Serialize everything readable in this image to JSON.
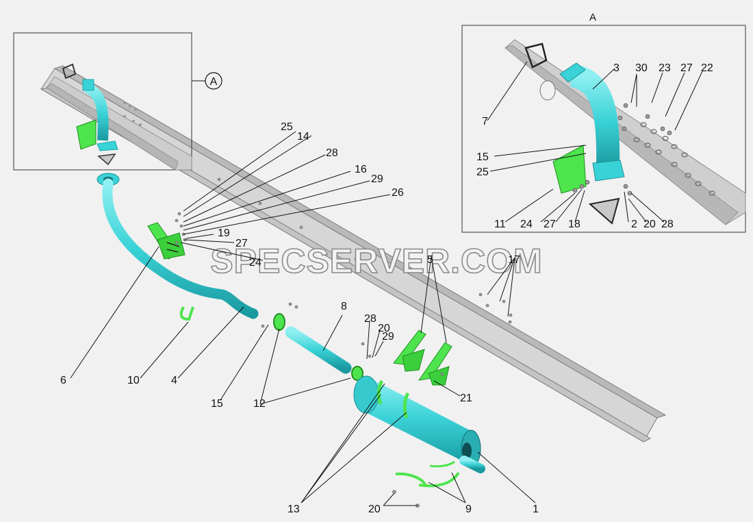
{
  "watermark": "SPECSERVER.COM",
  "detail": {
    "marker": "A",
    "caption": "A"
  },
  "colors": {
    "pipe": "#39d2d6",
    "pipe_dark": "#1fa8ad",
    "bracket": "#4ee44e",
    "bracket_dark": "#24a824",
    "frame": "#bdbdbd",
    "frame_dark": "#8c8c8c",
    "gasket": "#b0b0b0"
  },
  "callouts": [
    {
      "id": "c25a",
      "text": "25"
    },
    {
      "id": "c14",
      "text": "14"
    },
    {
      "id": "c28a",
      "text": "28"
    },
    {
      "id": "c16",
      "text": "16"
    },
    {
      "id": "c29a",
      "text": "29"
    },
    {
      "id": "c26",
      "text": "26"
    },
    {
      "id": "c19",
      "text": "19"
    },
    {
      "id": "c27a",
      "text": "27"
    },
    {
      "id": "c24a",
      "text": "24"
    },
    {
      "id": "c6",
      "text": "6"
    },
    {
      "id": "c10",
      "text": "10"
    },
    {
      "id": "c4",
      "text": "4"
    },
    {
      "id": "c15a",
      "text": "15"
    },
    {
      "id": "c12",
      "text": "12"
    },
    {
      "id": "c8",
      "text": "8"
    },
    {
      "id": "c28b",
      "text": "28"
    },
    {
      "id": "c20a",
      "text": "20"
    },
    {
      "id": "c29b",
      "text": "29"
    },
    {
      "id": "c5",
      "text": "5"
    },
    {
      "id": "c17",
      "text": "17"
    },
    {
      "id": "c21",
      "text": "21"
    },
    {
      "id": "c13",
      "text": "13"
    },
    {
      "id": "c20b",
      "text": "20"
    },
    {
      "id": "c9",
      "text": "9"
    },
    {
      "id": "c1",
      "text": "1"
    },
    {
      "id": "d3",
      "text": "3"
    },
    {
      "id": "d30",
      "text": "30"
    },
    {
      "id": "d23",
      "text": "23"
    },
    {
      "id": "d27a",
      "text": "27"
    },
    {
      "id": "d22",
      "text": "22"
    },
    {
      "id": "d7",
      "text": "7"
    },
    {
      "id": "d15",
      "text": "15"
    },
    {
      "id": "d25",
      "text": "25"
    },
    {
      "id": "d11",
      "text": "11"
    },
    {
      "id": "d24",
      "text": "24"
    },
    {
      "id": "d27b",
      "text": "27"
    },
    {
      "id": "d18",
      "text": "18"
    },
    {
      "id": "d2",
      "text": "2"
    },
    {
      "id": "d20",
      "text": "20"
    },
    {
      "id": "d28",
      "text": "28"
    }
  ]
}
